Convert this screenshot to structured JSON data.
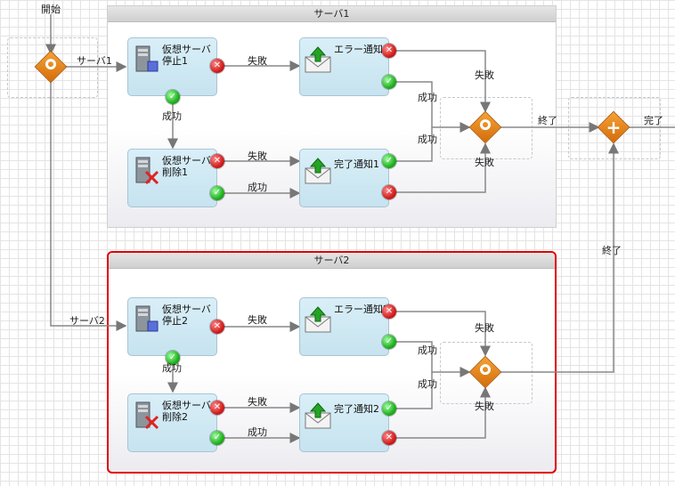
{
  "start_label": "開始",
  "groups": {
    "server1": {
      "title": "サーバ1"
    },
    "server2": {
      "title": "サーバ2"
    }
  },
  "branches": {
    "server1": "サーバ1",
    "server2": "サーバ2"
  },
  "tasks": {
    "stop1": "仮想サーバ停止1",
    "err1": "エラー通知1",
    "del1": "仮想サーバ削除1",
    "done1": "完了通知1",
    "stop2": "仮想サーバ停止2",
    "err2": "エラー通知2",
    "del2": "仮想サーバ削除2",
    "done2": "完了通知2"
  },
  "edge_labels": {
    "fail": "失敗",
    "success": "成功",
    "end": "終了",
    "complete": "完了"
  },
  "colors": {
    "selection": "#e00000",
    "gateway": "#e8851c",
    "task_fill": "#d2ecf6",
    "error_port": "#d21f1f",
    "success_port": "#22b022"
  },
  "icons": [
    "server-stop-icon",
    "server-delete-icon",
    "mail-send-icon",
    "error-port-icon",
    "success-port-icon",
    "exclusive-gateway-icon",
    "parallel-gateway-icon"
  ]
}
